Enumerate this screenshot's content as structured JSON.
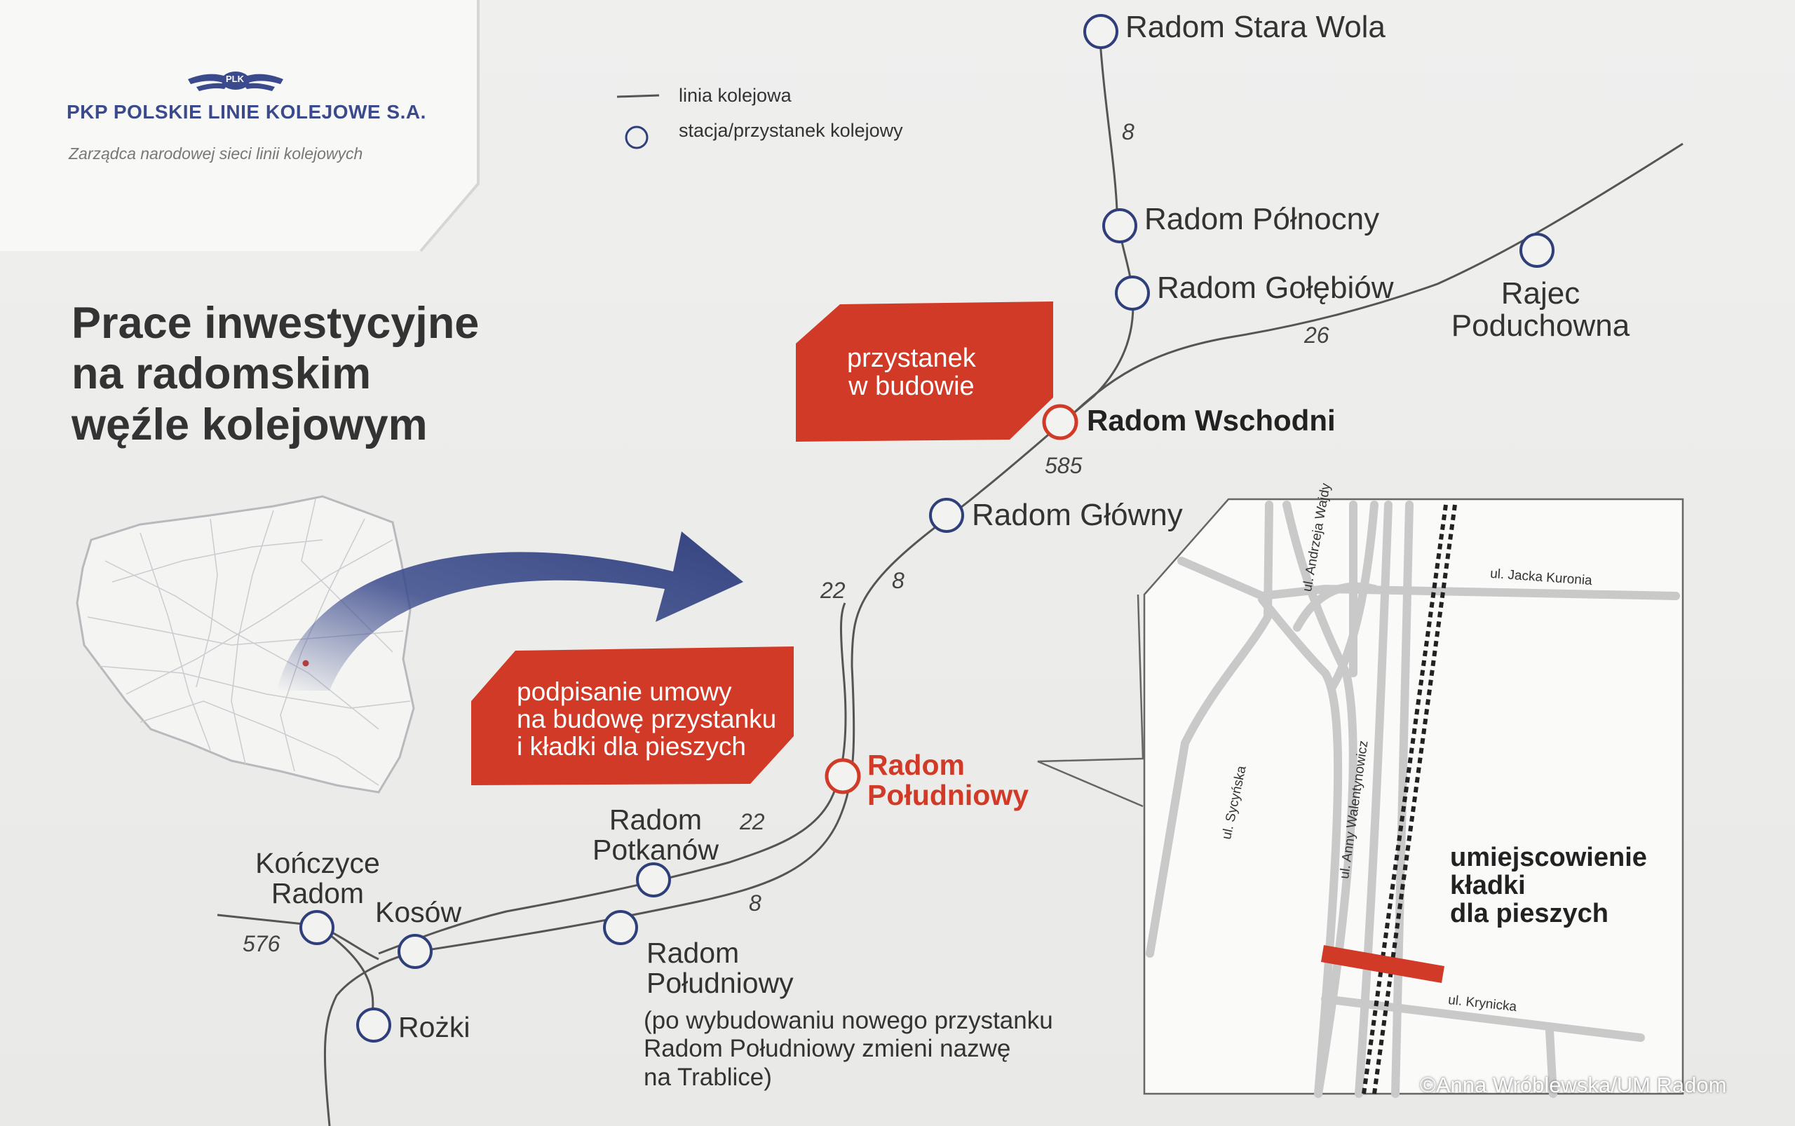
{
  "header": {
    "company": "PKP POLSKIE LINIE KOLEJOWE S.A.",
    "logo_text": "PLK",
    "tagline": "Zarządca narodowej sieci linii kolejowych"
  },
  "title": [
    "Prace inwestycyjne",
    "na radomskim",
    "węźle kolejowym"
  ],
  "legend": {
    "line_label": "linia kolejowa",
    "station_label": "stacja/przystanek kolejowy"
  },
  "callouts": {
    "under_construction": "przystanek\nw budowie",
    "contract": "podpisanie umowy\nna budowę przystanku\ni kładki dla pieszych"
  },
  "stations": {
    "stara_wola": "Radom Stara Wola",
    "polnocny": "Radom Północny",
    "golebiow": "Radom Gołębiów",
    "rajec": "Rajec\nPoduchowna",
    "wschodni": "Radom Wschodni",
    "glowny": "Radom Główny",
    "poludniowy_new": "Radom\nPołudniowy",
    "potkanow": "Radom\nPotkanów",
    "konczyce": "Kończyce\nRadom",
    "kosow": "Kosów",
    "rozki": "Rożki",
    "poludniowy_old": "Radom\nPołudniowy",
    "rename_note": "(po wybudowaniu nowego przystanku\nRadom Południowy zmieni nazwę\nna Trablice)"
  },
  "line_numbers": {
    "n8_top": "8",
    "n26": "26",
    "n585": "585",
    "n22_a": "22",
    "n8_b": "8",
    "n22_b": "22",
    "n8_c": "8",
    "n576": "576"
  },
  "inset": {
    "title": "umiejscowienie\nkładki\ndla pieszych",
    "streets": {
      "kuronia": "ul. Jacka Kuronia",
      "wajdy": "ul. Andrzeja Wajdy",
      "walentynowicz": "ul. Anny Walentynowicz",
      "sycynska": "ul. Sycyńska",
      "krynicka": "ul. Krynicka"
    }
  },
  "credit": "©Anna Wróblewska/UM Radom",
  "colors": {
    "accent_red": "#d13a26",
    "station_blue": "#2e3f7a",
    "rail_gray": "#555555",
    "arrow_blue": "#3a4a8c"
  }
}
